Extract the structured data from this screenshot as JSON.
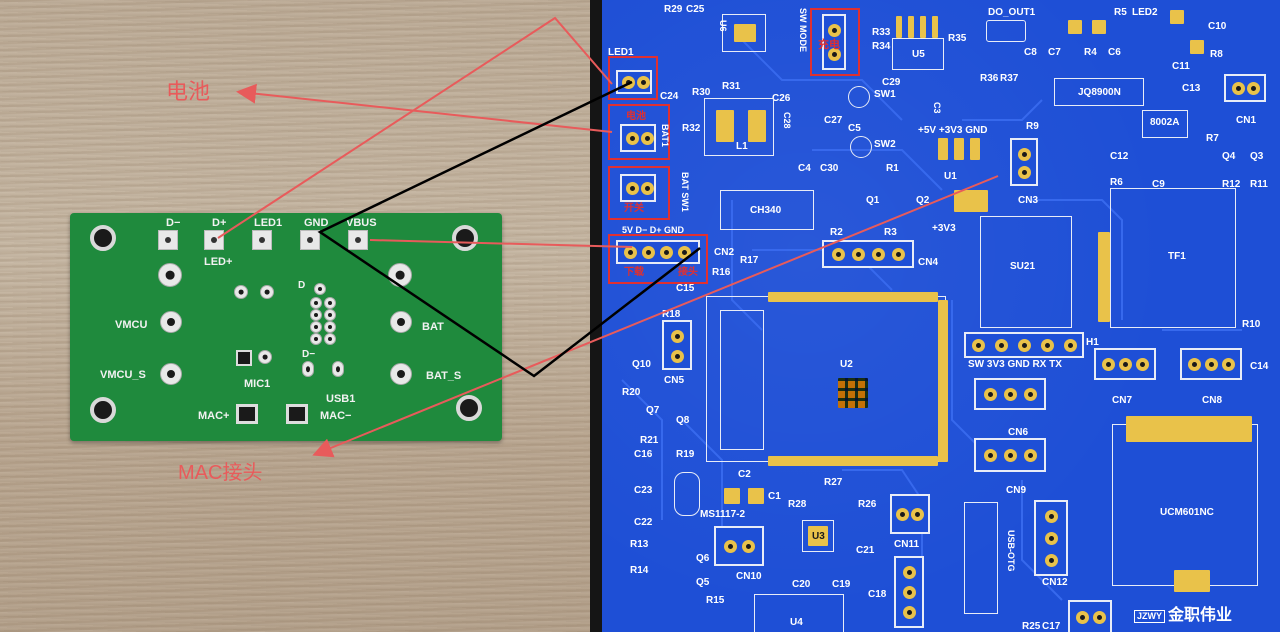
{
  "photo": {
    "board_labels": {
      "d_minus": "D−",
      "d_plus": "D+",
      "led1": "LED1",
      "gnd": "GND",
      "vbus": "VBUS",
      "led_plus": "LED+",
      "vmcu": "VMCU",
      "vmcu_s": "VMCU_S",
      "bat": "BAT",
      "bat_s": "BAT_S",
      "mic1": "MIC1",
      "usb1": "USB1",
      "mac_plus": "MAC+",
      "mac_minus": "MAC−",
      "d_small": "D",
      "d_minus_small": "D−"
    },
    "annotations": {
      "battery": "电池",
      "mac_interface": "MAC接头"
    }
  },
  "pcb": {
    "labels": {
      "r29": "R29",
      "c25": "C25",
      "u6": "U6",
      "sw_mode": "SW MODE",
      "r33": "R33",
      "r34": "R34",
      "r35": "R35",
      "u5": "U5",
      "do_out1": "DO_OUT1",
      "c8": "C8",
      "c7": "C7",
      "r4": "R4",
      "c6": "C6",
      "r5": "R5",
      "led2": "LED2",
      "c10": "C10",
      "r8": "R8",
      "c11": "C11",
      "led1": "LED1",
      "c24": "C24",
      "r30": "R30",
      "r31": "R31",
      "c26": "C26",
      "c29": "C29",
      "r36": "R36",
      "r37": "R37",
      "jq8900n": "JQ8900N",
      "c13": "C13",
      "cn1": "CN1",
      "bat1": "BAT1",
      "r32": "R32",
      "l1": "L1",
      "c28": "C28",
      "c27": "C27",
      "sw1": "SW1",
      "c5": "C5",
      "sw2": "SW2",
      "c3": "C3",
      "r9": "R9",
      "ic8002a": "8002A",
      "r7": "R7",
      "q4": "Q4",
      "q3": "Q3",
      "c12": "C12",
      "r6": "R6",
      "plus5v_3v3_gnd": "+5V +3V3 GND",
      "bat_sw1": "BAT SW1",
      "c4": "C4",
      "c30": "C30",
      "r1": "R1",
      "u1": "U1",
      "cn3": "CN3",
      "c9": "C9",
      "r12": "R12",
      "r11": "R11",
      "ch340": "CH340",
      "q1": "Q1",
      "q2": "Q2",
      "r2": "R2",
      "r3": "R3",
      "tf1": "TF1",
      "plus3v3": "+3V3",
      "su21": "SU21",
      "header_5v_d": "5V D− D+ GND",
      "cn2": "CN2",
      "r16": "R16",
      "r17": "R17",
      "c15": "C15",
      "cn4": "CN4",
      "r18": "R18",
      "r10": "R10",
      "sw_row": "SW 3V3 GND RX TX",
      "h1": "H1",
      "c14": "C14",
      "q10": "Q10",
      "u2": "U2",
      "cn5": "CN5",
      "cn7": "CN7",
      "cn8": "CN8",
      "r20": "R20",
      "q7": "Q7",
      "q8": "Q8",
      "cn6": "CN6",
      "r21": "R21",
      "c16": "C16",
      "r19": "R19",
      "cn9": "CN9",
      "c2": "C2",
      "c23": "C23",
      "r27": "R27",
      "c1": "C1",
      "ms1117": "MS1117-2",
      "r28": "R28",
      "r26": "R26",
      "ucm601nc": "UCM601NC",
      "c22": "C22",
      "u3": "U3",
      "c21": "C21",
      "cn11": "CN11",
      "usb_otg": "USB-OTG",
      "r13": "R13",
      "q6": "Q6",
      "cn12": "CN12",
      "r14": "R14",
      "cn10": "CN10",
      "c20": "C20",
      "c19": "C19",
      "q5": "Q5",
      "c18": "C18",
      "r15": "R15",
      "u4": "U4",
      "r25": "R25",
      "c17": "C17",
      "brand": "金职伟业",
      "brand_logo": "JZWY",
      "boxed_label_1": "充电",
      "boxed_label_2": "电池",
      "boxed_label_3": "开关",
      "boxed_label_4": "下载",
      "boxed_label_5": "接头"
    }
  },
  "colors": {
    "pcb_blue": "#1e4fd6",
    "green_board": "#1f8a3d",
    "annotation_red": "#e85b5b",
    "arrow_black": "#000000",
    "pad_gold": "#e9c24a"
  }
}
